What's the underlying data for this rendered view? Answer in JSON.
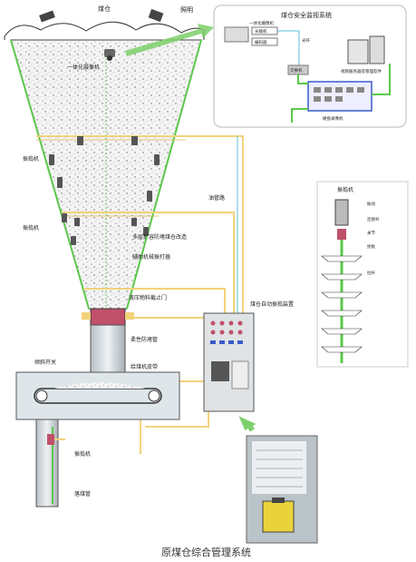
{
  "caption": "原煤仓综合管理系统",
  "labels": {
    "silo": "煤仓",
    "lighting": "照明",
    "integrated_camera": "一体化摄像机",
    "vibrator_left_1": "振捣机",
    "vibrator_left_2": "振捣机",
    "gas_pipe": "油管路",
    "multi_layer_anti_block": "多层扩容防堵煤仓改造",
    "auxiliary_mech": "辅助机械振打器",
    "pressure_valve": "液压物料截止门",
    "auto_vibration_device": "煤仓自动振捣装置",
    "elastic_pipe": "柔性防堵管",
    "tilt_switch": "倾斜开关",
    "belt_conveyor": "给煤机皮带",
    "vibrator_bottom": "振捣机",
    "drop_pipe": "落煤管"
  },
  "monitor": {
    "title": "煤仓安全监视系统",
    "camera": "一体化摄像机",
    "optical_tx": "光端机",
    "encoder": "编码器",
    "switch_small": "光纤",
    "switch": "交换机",
    "server": "视频服务器及管理软件",
    "hard_disk": "硬盘录像机"
  },
  "vibrator_detail": {
    "title": "振捣机",
    "motor": "振动",
    "connector": "连接杆",
    "coupler": "关节",
    "blade": "扰板",
    "shaft": "拉杆"
  },
  "colors": {
    "pipe_yellow": "#f2d27a",
    "cable_green": "#5ac84a",
    "cable_cyan": "#59c3d4",
    "arrow_green": "#7ccf6a",
    "valve_red": "#c0506a",
    "panel_grey": "#dfe3e6"
  }
}
